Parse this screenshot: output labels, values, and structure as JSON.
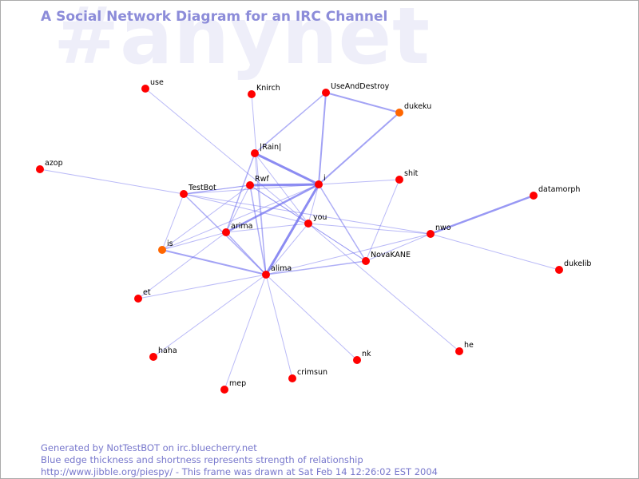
{
  "watermark": "#anynet",
  "title": "A Social Network Diagram for an IRC Channel",
  "footer": {
    "line1": "Generated by NotTestBOT on irc.bluecherry.net",
    "line2": "Blue edge thickness and shortness represents strength of relationship",
    "line3": "http://www.jibble.org/piespy/ - This frame was drawn at Sat Feb 14 12:26:02 EST 2004"
  },
  "colors": {
    "node": "#ff0000",
    "node_highlight": "#ff6600",
    "edge": "#6666ee",
    "title": "#8c8cd9",
    "watermark": "#eeeef9"
  },
  "nodes": [
    {
      "id": "use",
      "label": "use"
    },
    {
      "id": "knirch",
      "label": "Knirch"
    },
    {
      "id": "useanddestroy",
      "label": "UseAndDestroy"
    },
    {
      "id": "dukeku",
      "label": "dukeku",
      "highlight": true
    },
    {
      "id": "azop",
      "label": "azop"
    },
    {
      "id": "rain",
      "label": "|Rain|"
    },
    {
      "id": "testbot",
      "label": "TestBot"
    },
    {
      "id": "rwf",
      "label": "Rwf"
    },
    {
      "id": "i",
      "label": "i"
    },
    {
      "id": "shit",
      "label": "shit"
    },
    {
      "id": "datamorph",
      "label": "datamorph"
    },
    {
      "id": "you",
      "label": "you"
    },
    {
      "id": "arima",
      "label": "arima"
    },
    {
      "id": "nwo",
      "label": "nwo"
    },
    {
      "id": "is",
      "label": "is",
      "highlight": true
    },
    {
      "id": "novakane",
      "label": "NovaKANE"
    },
    {
      "id": "dukelib",
      "label": "dukelib"
    },
    {
      "id": "alima",
      "label": "alima"
    },
    {
      "id": "et",
      "label": "et"
    },
    {
      "id": "haha",
      "label": "haha"
    },
    {
      "id": "nk",
      "label": "nk"
    },
    {
      "id": "he",
      "label": "he"
    },
    {
      "id": "crimsun",
      "label": "crimsun"
    },
    {
      "id": "mep",
      "label": "mep"
    }
  ],
  "edges": [
    {
      "source": "rain",
      "target": "i",
      "weight": 3
    },
    {
      "source": "rwf",
      "target": "i",
      "weight": 3
    },
    {
      "source": "alima",
      "target": "i",
      "weight": 3
    },
    {
      "source": "arima",
      "target": "i",
      "weight": 2.5
    },
    {
      "source": "useanddestroy",
      "target": "dukeku",
      "weight": 2
    },
    {
      "source": "dukeku",
      "target": "i",
      "weight": 2
    },
    {
      "source": "nwo",
      "target": "datamorph",
      "weight": 2.5
    },
    {
      "source": "useanddestroy",
      "target": "i",
      "weight": 2
    },
    {
      "source": "is",
      "target": "alima",
      "weight": 2
    },
    {
      "source": "i",
      "target": "novakane",
      "weight": 1.5
    },
    {
      "source": "novakane",
      "target": "alima",
      "weight": 1.5
    },
    {
      "source": "rain",
      "target": "arima",
      "weight": 1.5
    },
    {
      "source": "testbot",
      "target": "alima",
      "weight": 1.5
    },
    {
      "source": "rwf",
      "target": "alima",
      "weight": 1.5
    },
    {
      "source": "arima",
      "target": "alima",
      "weight": 1.5
    },
    {
      "source": "useanddestroy",
      "target": "rain",
      "weight": 1.5
    },
    {
      "source": "you",
      "target": "nwo",
      "weight": 1
    },
    {
      "source": "rwf",
      "target": "you",
      "weight": 1
    },
    {
      "source": "rain",
      "target": "you",
      "weight": 1
    },
    {
      "source": "use",
      "target": "you",
      "weight": 1
    },
    {
      "source": "knirch",
      "target": "alima",
      "weight": 1
    },
    {
      "source": "azop",
      "target": "testbot",
      "weight": 1
    },
    {
      "source": "testbot",
      "target": "rwf",
      "weight": 1
    },
    {
      "source": "testbot",
      "target": "i",
      "weight": 1
    },
    {
      "source": "testbot",
      "target": "you",
      "weight": 1
    },
    {
      "source": "testbot",
      "target": "is",
      "weight": 1
    },
    {
      "source": "testbot",
      "target": "nwo",
      "weight": 1
    },
    {
      "source": "rain",
      "target": "alima",
      "weight": 1
    },
    {
      "source": "rwf",
      "target": "arima",
      "weight": 1
    },
    {
      "source": "rwf",
      "target": "is",
      "weight": 1
    },
    {
      "source": "rwf",
      "target": "novakane",
      "weight": 1
    },
    {
      "source": "i",
      "target": "shit",
      "weight": 1
    },
    {
      "source": "i",
      "target": "you",
      "weight": 1
    },
    {
      "source": "i",
      "target": "is",
      "weight": 1
    },
    {
      "source": "shit",
      "target": "novakane",
      "weight": 1
    },
    {
      "source": "arima",
      "target": "you",
      "weight": 1
    },
    {
      "source": "arima",
      "target": "is",
      "weight": 1
    },
    {
      "source": "arima",
      "target": "et",
      "weight": 1
    },
    {
      "source": "you",
      "target": "novakane",
      "weight": 1
    },
    {
      "source": "you",
      "target": "alima",
      "weight": 1
    },
    {
      "source": "nwo",
      "target": "novakane",
      "weight": 1
    },
    {
      "source": "nwo",
      "target": "dukelib",
      "weight": 1
    },
    {
      "source": "nwo",
      "target": "alima",
      "weight": 1
    },
    {
      "source": "alima",
      "target": "et",
      "weight": 1
    },
    {
      "source": "alima",
      "target": "haha",
      "weight": 1
    },
    {
      "source": "alima",
      "target": "nk",
      "weight": 1
    },
    {
      "source": "alima",
      "target": "crimsun",
      "weight": 1
    },
    {
      "source": "alima",
      "target": "mep",
      "weight": 1
    },
    {
      "source": "you",
      "target": "he",
      "weight": 1
    },
    {
      "source": "rwf",
      "target": "testbot",
      "weight": 1
    }
  ]
}
